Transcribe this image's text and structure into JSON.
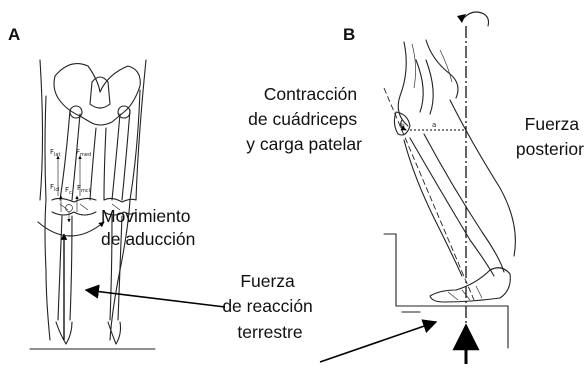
{
  "panels": {
    "a": "A",
    "b": "B"
  },
  "panel_a": {
    "movement_label": [
      "Movimiento",
      "de aducción"
    ],
    "force_labels": {
      "f_lat": "F",
      "f_lat_sub": "lat",
      "f_med": "F",
      "f_med_sub": "med",
      "f_lcl": "F",
      "f_lcl_sub": "lcl",
      "f_mcl": "F",
      "f_mcl_sub": "mcl",
      "f_c": "F",
      "f_c_sub": "c"
    }
  },
  "panel_b": {
    "quad_label": [
      "Contracción",
      "de cuádriceps",
      "y carga patelar"
    ],
    "posterior_label": [
      "Fuerza",
      "posterior"
    ],
    "lever_label": "a"
  },
  "shared": {
    "grf_label": [
      "Fuerza",
      "de reacción",
      "terrestre"
    ]
  }
}
